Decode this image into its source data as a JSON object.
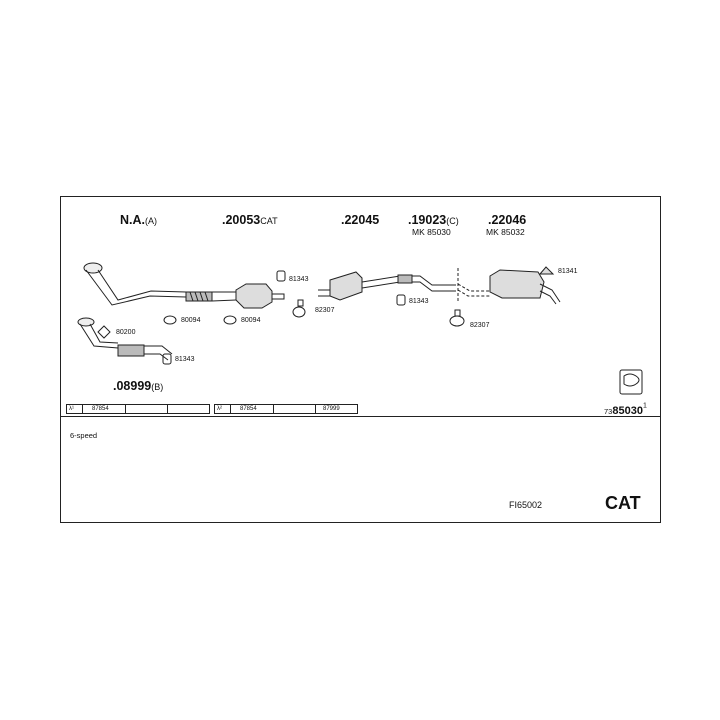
{
  "parts": {
    "na": {
      "code": "N.A.",
      "suffix": "(A)"
    },
    "cat_part": {
      "code": ".20053",
      "suffix": "CAT"
    },
    "p22045": {
      "code": ".22045"
    },
    "p19023": {
      "code": ".19023",
      "suffix": "(C)",
      "mk": "MK 85030"
    },
    "p22046": {
      "code": ".22046",
      "mk": "MK 85032"
    },
    "p08999": {
      "code": ".08999",
      "suffix": "(B)"
    }
  },
  "refs": {
    "r81343_a": "81343",
    "r82307_a": "82307",
    "r81343_b": "81343",
    "r82307_b": "82307",
    "r81341": "81341",
    "r80094_a": "80094",
    "r80094_b": "80094",
    "r80200": "80200",
    "r81343_c": "81343"
  },
  "strip_left": {
    "lambda": "λ¹",
    "value": "87854"
  },
  "strip_right": {
    "lambda": "λ²",
    "value1": "87854",
    "value2": "87999"
  },
  "catalog_ref": {
    "prefix": "73",
    "main": "85030",
    "sup": "1"
  },
  "notes": {
    "speed": "6-speed"
  },
  "footer": {
    "code": "FI65002",
    "label": "CAT"
  }
}
